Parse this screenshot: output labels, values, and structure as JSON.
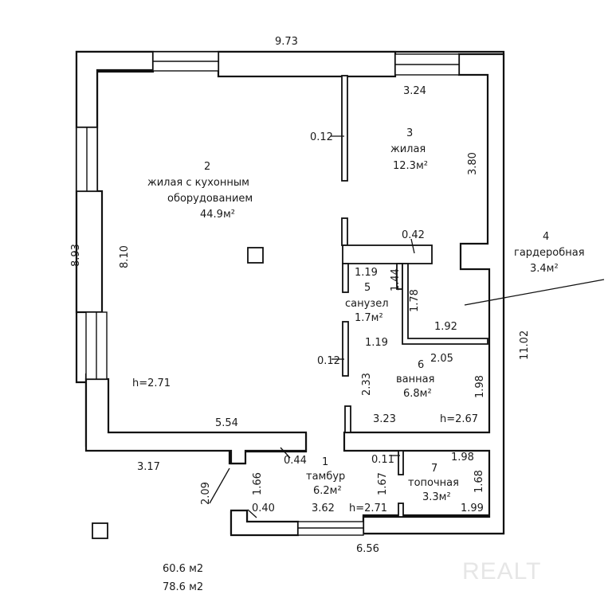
{
  "dimensions": {
    "top_width": "9.73",
    "bottom_width": "6.56",
    "left_height": "8.93",
    "right_height": "11.02",
    "room2_height": "8.10",
    "room3_width": "3.24",
    "room3_height": "3.80",
    "partition_a": "0.12",
    "partition_b": "0.42",
    "wc_width": "1.19",
    "wc_height": "1.44",
    "wardrobe_height": "1.78",
    "wardrobe_width": "1.92",
    "wc_bottom": "1.19",
    "partition_c": "0.12",
    "bath_width": "2.05",
    "bath_height_left": "2.33",
    "bath_height_right": "1.98",
    "bath_bottom": "3.23",
    "bath_ceiling": "h=2.67",
    "room2_ceiling": "h=2.71",
    "room2_bottom": "5.54",
    "outer_left_bottom": "3.17",
    "diag_2_09": "2.09",
    "vestibule_left": "1.66",
    "vestibule_width": "3.62",
    "vestibule_ceiling": "h=2.71",
    "vestibule_step": "0.44",
    "vestibule_step2": "0.40",
    "vestibule_right": "1.67",
    "boiler_step": "0.11",
    "boiler_top": "1.98",
    "boiler_height": "1.68",
    "boiler_bottom": "1.99"
  },
  "rooms": [
    {
      "num": "2",
      "lines": [
        "жилая с кухонным",
        "оборудованием",
        "44.9м²"
      ]
    },
    {
      "num": "3",
      "lines": [
        "жилая",
        "12.3м²"
      ]
    },
    {
      "num": "4",
      "lines": [
        "гардеробная",
        "3.4м²"
      ]
    },
    {
      "num": "5",
      "lines": [
        "санузел",
        "1.7м²"
      ]
    },
    {
      "num": "6",
      "lines": [
        "ванная",
        "6.8м²"
      ]
    },
    {
      "num": "1",
      "lines": [
        "тамбур",
        "6.2м²"
      ]
    },
    {
      "num": "7",
      "lines": [
        "топочная",
        "3.3м²"
      ]
    }
  ],
  "totals": [
    "60.6 м2",
    "78.6 м2"
  ],
  "watermark": "REALT"
}
